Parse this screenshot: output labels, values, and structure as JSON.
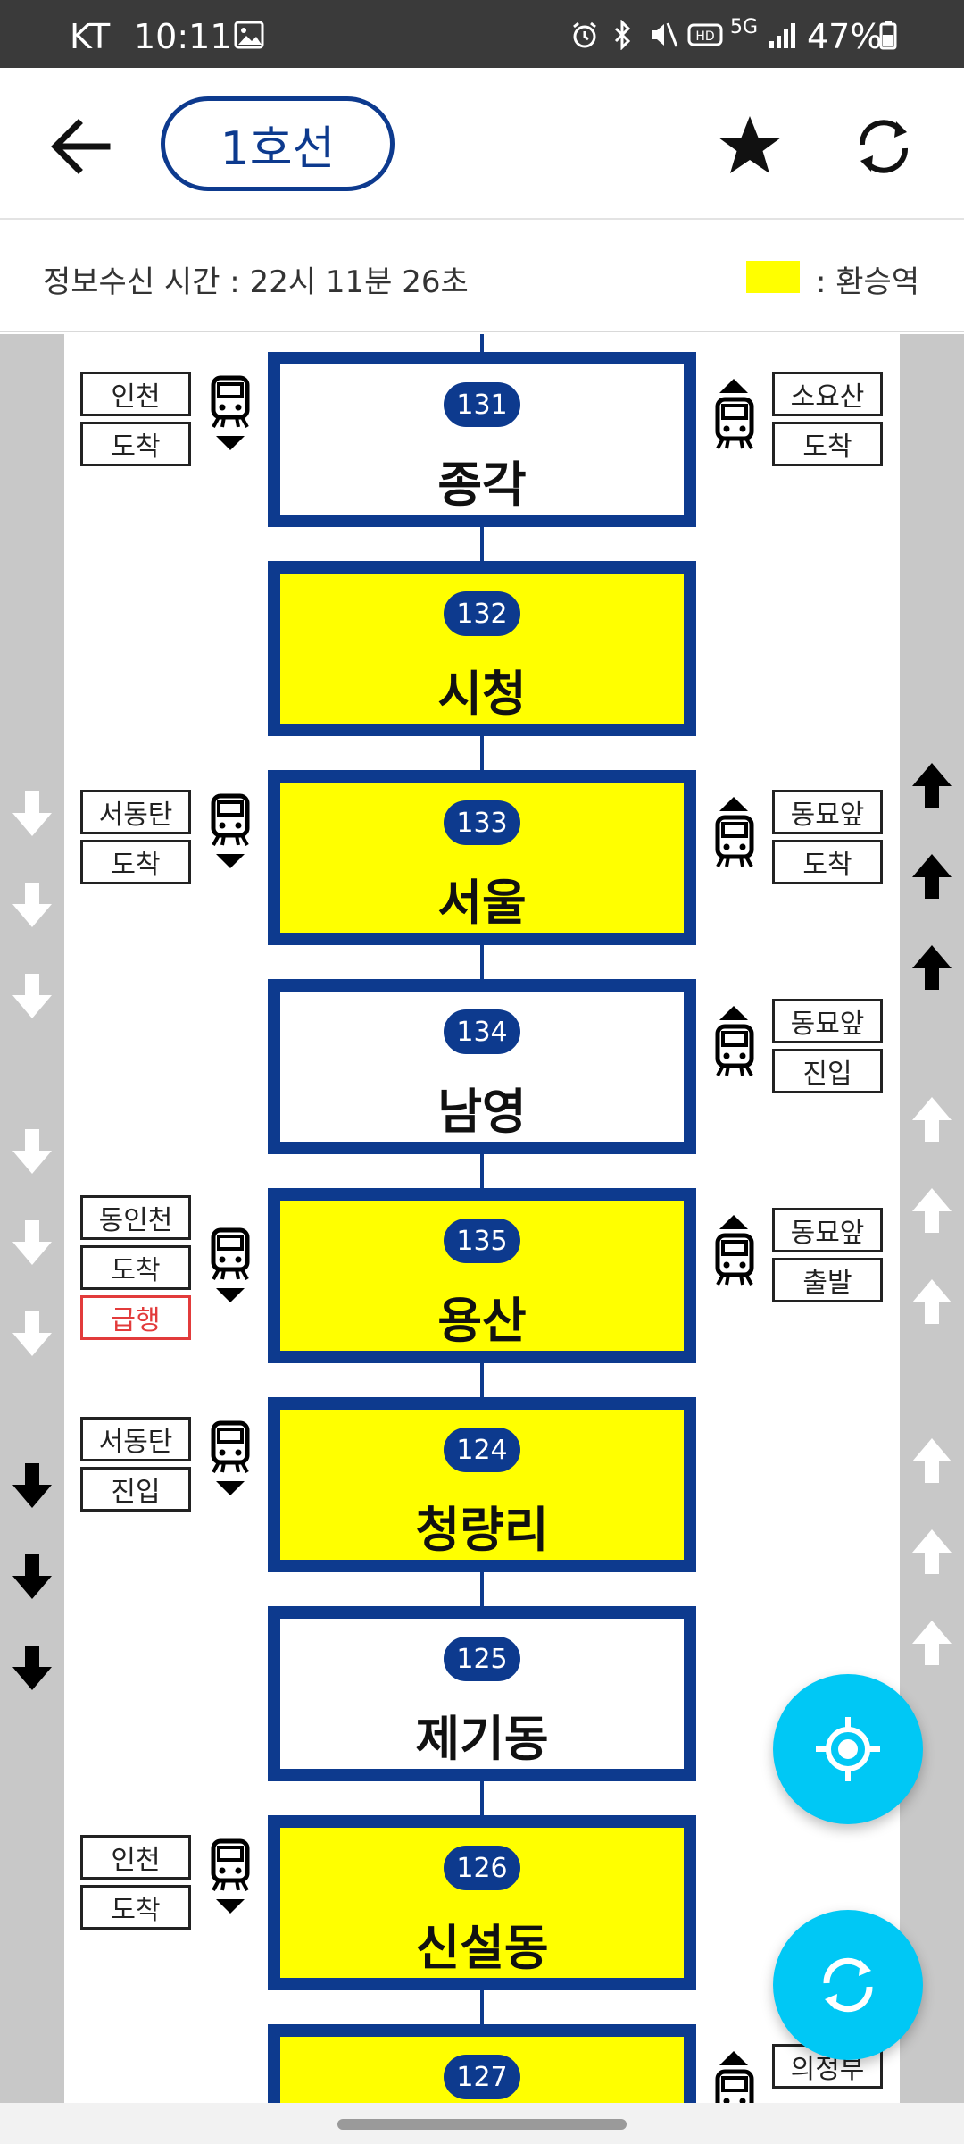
{
  "status_bar": {
    "carrier": "KT",
    "time": "10:11",
    "network": "5G",
    "battery": "47%"
  },
  "header": {
    "line_label": "1호선",
    "icons": [
      "back-arrow-icon",
      "star-icon",
      "refresh-icon"
    ]
  },
  "info": {
    "received_time": "정보수신 시간 : 22시 11분 26초",
    "legend_label": ": 환승역",
    "legend_color": "#ffff00"
  },
  "stations": [
    {
      "num": "131",
      "name": "종각",
      "transfer": false
    },
    {
      "num": "132",
      "name": "시청",
      "transfer": true
    },
    {
      "num": "133",
      "name": "서울",
      "transfer": true
    },
    {
      "num": "134",
      "name": "남영",
      "transfer": false
    },
    {
      "num": "135",
      "name": "용산",
      "transfer": true
    },
    {
      "num": "124",
      "name": "청량리",
      "transfer": true
    },
    {
      "num": "125",
      "name": "제기동",
      "transfer": false
    },
    {
      "num": "126",
      "name": "신설동",
      "transfer": true
    },
    {
      "num": "127",
      "name": "",
      "transfer": true
    }
  ],
  "trains_left": [
    {
      "dest": "인천",
      "status": "도착"
    },
    {
      "dest": "서동탄",
      "status": "도착"
    },
    {
      "dest": "동인천",
      "status": "도착",
      "express": "급행"
    },
    {
      "dest": "서동탄",
      "status": "진입"
    },
    {
      "dest": "인천",
      "status": "도착"
    }
  ],
  "trains_right": [
    {
      "dest": "소요산",
      "status": "도착"
    },
    {
      "dest": "동묘앞",
      "status": "도착"
    },
    {
      "dest": "동묘앞",
      "status": "진입"
    },
    {
      "dest": "동묘앞",
      "status": "출발"
    },
    {
      "dest": "의정부",
      "status": ""
    }
  ],
  "colors": {
    "line_blue": "#0d3a8e",
    "transfer_yellow": "#ffff00",
    "fab_cyan": "#00c8f5",
    "express_red": "#e23b3b"
  },
  "fabs": [
    "locate-icon",
    "refresh-icon"
  ]
}
